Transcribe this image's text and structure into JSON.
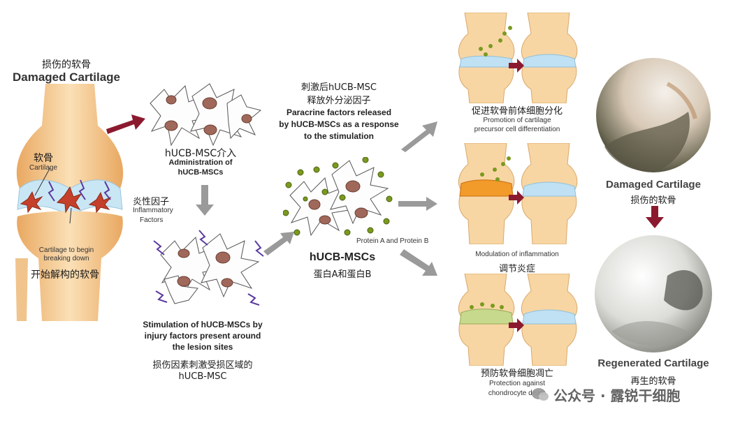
{
  "left": {
    "title_cn": "损伤的软骨",
    "title_en": "Damaged Cartilage",
    "cartilage_cn": "软骨",
    "cartilage_en": "Cartilage",
    "breaking_en_1": "Cartilage to begin",
    "breaking_en_2": "breaking down",
    "breaking_cn": "开始解构的软骨"
  },
  "admin": {
    "cn": "hUCB-MSC介入",
    "en_1": "Administration of",
    "en_2": "hUCB-MSCs"
  },
  "inflammatory": {
    "cn": "炎性因子",
    "en_1": "Inflammatory",
    "en_2": "Factors"
  },
  "stimulation": {
    "en_1": "Stimulation of hUCB-MSCs by",
    "en_2": "injury factors present around",
    "en_3": "the lesion sites",
    "cn_1": "损伤因素刺激受损区域的",
    "cn_2": "hUCB-MSC"
  },
  "paracrine": {
    "cn_1": "刺激后hUCB-MSC",
    "cn_2": "释放外分泌因子",
    "en_1": "Paracrine factors released",
    "en_2": "by hUCB-MSCs as a response",
    "en_3": "to the stimulation"
  },
  "center": {
    "protein_en": "Protein A and Protein B",
    "title": "hUCB-MSCs",
    "protein_cn": "蛋白A和蛋白B"
  },
  "outcomes": {
    "promotion_cn": "促进软骨前体细胞分化",
    "promotion_en_1": "Promotion of cartilage",
    "promotion_en_2": "precursor cell differentiation",
    "modulation_en": "Modulation of inflammation",
    "modulation_cn": "调节炎症",
    "prevention_cn": "预防软骨细胞凋亡",
    "prevention_en_1": "Protection against",
    "prevention_en_2": "chondrocyte death"
  },
  "right": {
    "damaged_en": "Damaged Cartilage",
    "damaged_cn": "损伤的软骨",
    "regen_en": "Regenerated Cartilage",
    "regen_cn": "再生的软骨"
  },
  "watermark": {
    "text": "公众号 · 露锐干细胞"
  },
  "colors": {
    "arrow_red": "#8b1a2e",
    "arrow_grey": "#9a9a9a",
    "bone": "#f3c98f",
    "cartilage": "#c9e6f5",
    "cell_body": "#a0685a",
    "green_dot": "#7a9a1e"
  }
}
